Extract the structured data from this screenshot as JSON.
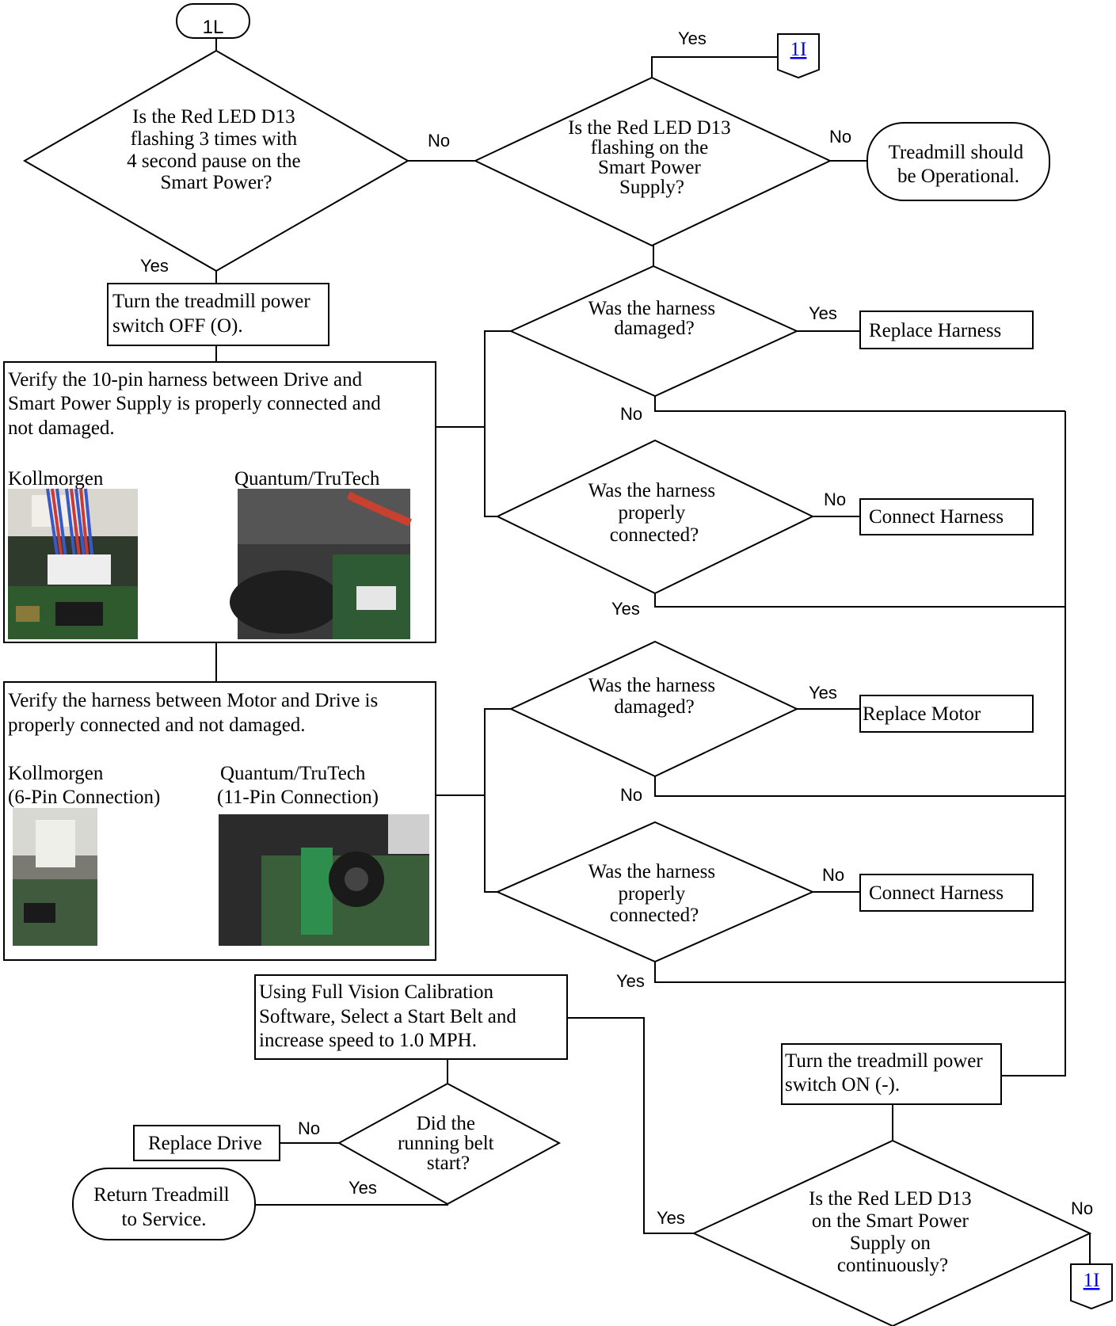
{
  "start": {
    "label": "1L"
  },
  "connectors": {
    "top_ref": "1I",
    "bottom_ref": "1I"
  },
  "decisions": {
    "d1": [
      "Is the Red LED D13",
      "flashing 3 times with",
      "4 second pause on the",
      "Smart Power?"
    ],
    "d2": [
      "Is the Red LED D13",
      "flashing on the",
      "Smart Power",
      "Supply?"
    ],
    "d3": [
      "Was the harness",
      "damaged?"
    ],
    "d4": [
      "Was the harness",
      "properly",
      "connected?"
    ],
    "d5": [
      "Was the harness",
      "damaged?"
    ],
    "d6": [
      "Was the harness",
      "properly",
      "connected?"
    ],
    "d7": [
      "Did the",
      "running belt",
      "start?"
    ],
    "d8": [
      "Is the Red LED D13",
      "on the Smart Power",
      "Supply on",
      "continuously?"
    ]
  },
  "terminals": {
    "t1": [
      "Treadmill should",
      "be Operational."
    ],
    "t2": [
      "Return Treadmill",
      "to Service."
    ]
  },
  "processes": {
    "p_off": [
      "Turn the treadmill power",
      "switch OFF (O)."
    ],
    "p_replace_harness": "Replace Harness",
    "p_connect_harness_1": "Connect Harness",
    "p_replace_motor": "Replace Motor",
    "p_connect_harness_2": "Connect Harness",
    "p_calibration": [
      "Using Full Vision Calibration",
      "Software, Select a Start Belt and",
      "increase speed to 1.0 MPH."
    ],
    "p_replace_drive": "Replace Drive",
    "p_on": [
      "Turn the treadmill power",
      "switch ON (-)."
    ]
  },
  "verify_10pin": {
    "text": [
      "Verify the 10-pin harness between Drive and",
      "Smart Power Supply is properly connected and",
      "not damaged."
    ],
    "left_label": "Kollmorgen",
    "right_label": "Quantum/TruTech"
  },
  "verify_motor": {
    "text": [
      "Verify the harness between Motor and Drive is",
      "properly connected and not damaged."
    ],
    "left_label": [
      "Kollmorgen",
      "(6-Pin Connection)"
    ],
    "right_label": [
      "Quantum/TruTech",
      "(11-Pin Connection)"
    ]
  },
  "edge_labels": {
    "d1_no": "No",
    "d1_yes": "Yes",
    "d2_yes": "Yes",
    "d2_no": "No",
    "d3_yes": "Yes",
    "d3_no": "No",
    "d4_no": "No",
    "d4_yes": "Yes",
    "d5_yes": "Yes",
    "d5_no": "No",
    "d6_no": "No",
    "d6_yes": "Yes",
    "d7_no": "No",
    "d7_yes": "Yes",
    "d8_yes": "Yes",
    "d8_no": "No"
  }
}
